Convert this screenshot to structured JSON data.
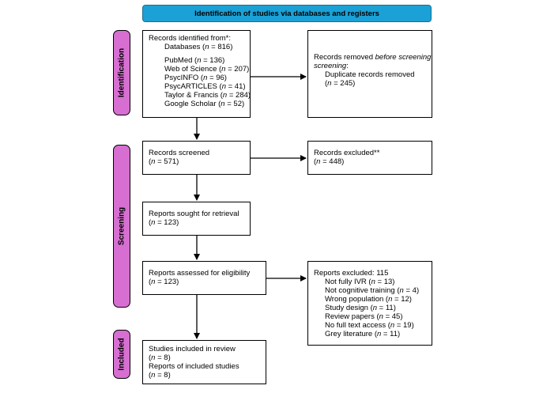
{
  "header": {
    "title": "Identification of studies via databases and registers"
  },
  "stages": {
    "identification": "Identification",
    "screening": "Screening",
    "included": "Included"
  },
  "identified": {
    "title": "Records identified from*:",
    "databases": {
      "label": "Databases (",
      "n": "n",
      "value": " = 816)"
    },
    "sources": [
      {
        "name": "PubMed (",
        "n": "n",
        "value": " = 136)"
      },
      {
        "name": "Web of Science (",
        "n": "n",
        "value": " = 207)"
      },
      {
        "name": "PsycINFO (",
        "n": "n",
        "value": " = 96)"
      },
      {
        "name": "PsycARTICLES (",
        "n": "n",
        "value": " = 41)"
      },
      {
        "name": "Taylor & Francis (",
        "n": "n",
        "value": " = 284)"
      },
      {
        "name": "Google Scholar (",
        "n": "n",
        "value": " = 52)"
      }
    ]
  },
  "removed": {
    "title_start": "Records removed ",
    "title_italic": "before screening",
    "title_end": ":",
    "duplicates": "Duplicate records removed",
    "count": "(n = 245)",
    "count_open": "(",
    "count_n": "n",
    "count_value": " = 245)"
  },
  "screened": {
    "title": "Records screened",
    "count_open": "(",
    "count_n": "n",
    "count_value": " = 571)"
  },
  "excluded": {
    "title": "Records excluded**",
    "count_open": "(",
    "count_n": "n",
    "count_value": " = 448)"
  },
  "sought": {
    "title": "Reports sought for retrieval",
    "count_open": "(",
    "count_n": "n",
    "count_value": " = 123)"
  },
  "assessed": {
    "title": "Reports assessed for eligibility",
    "count_open": "(",
    "count_n": "n",
    "count_value": " = 123)"
  },
  "reports_excluded": {
    "title": "Reports excluded: 115",
    "reasons": [
      {
        "name": "Not fully IVR (",
        "n": "n",
        "value": " = 13)"
      },
      {
        "name": "Not cognitive training (",
        "n": "n",
        "value": " = 4)"
      },
      {
        "name": "Wrong population (",
        "n": "n",
        "value": " = 12)"
      },
      {
        "name": "Study design (",
        "n": "n",
        "value": " = 11)"
      },
      {
        "name": "Review papers (",
        "n": "n",
        "value": " = 45)"
      },
      {
        "name": "No full text access (",
        "n": "n",
        "value": " = 19)"
      },
      {
        "name": "Grey literature (",
        "n": "n",
        "value": " = 11)"
      }
    ]
  },
  "included": {
    "studies_title": "Studies included in review",
    "studies_open": "(",
    "studies_n": "n",
    "studies_value": " = 8)",
    "reports_title": "Reports of included studies",
    "reports_open": "(",
    "reports_n": "n",
    "reports_value": " = 8)"
  }
}
